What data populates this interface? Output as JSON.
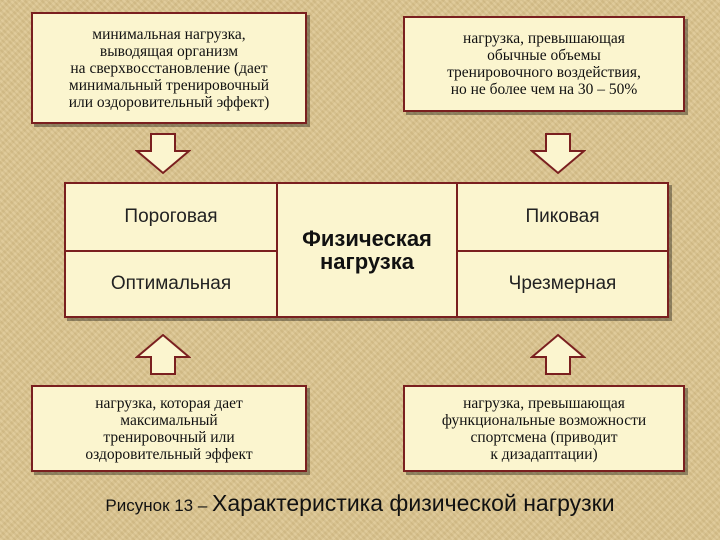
{
  "top_left_text": "минимальная нагрузка,\nвыводящая организм\nна сверхвосстановление (дает\nминимальный тренировочный\nили оздоровительный эффект)",
  "top_right_text": "нагрузка, превышающая\nобычные объемы\nтренировочного воздействия,\nно не более чем на 30 – 50%",
  "bottom_left_text": "нагрузка, которая дает\nмаксимальный\nтренировочный или\nоздоровительный эффект",
  "bottom_right_text": "нагрузка, превышающая\nфункциональные возможности\nспортсмена (приводит\nк дизадаптации)",
  "cells": {
    "porog": "Пороговая",
    "optim": "Оптимальная",
    "pik": "Пиковая",
    "chrez": "Чрезмерная",
    "center": "Физическая\nнагрузка"
  },
  "caption": {
    "prefix": "Рисунок 13 – ",
    "title": "Характеристика физической нагрузки"
  },
  "colors": {
    "border": "#7a1f1f",
    "box_fill": "#fbf5cf",
    "background": "#dcc58f"
  }
}
